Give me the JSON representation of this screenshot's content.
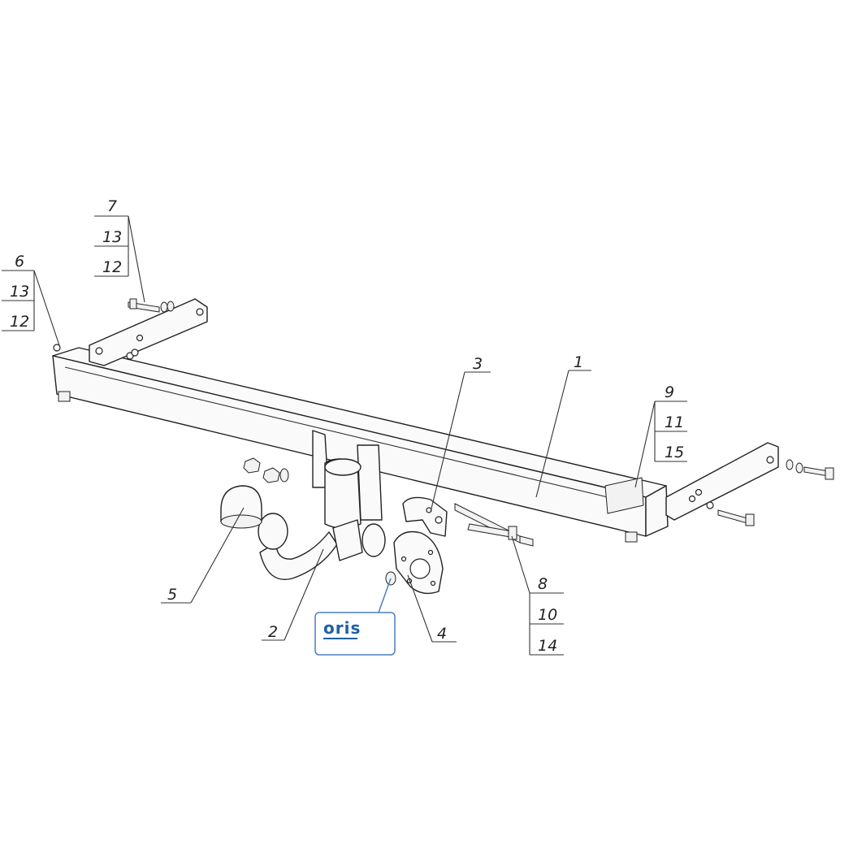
{
  "callouts": {
    "c1": "1",
    "c2": "2",
    "c3": "3",
    "c4": "4",
    "c5": "5",
    "c6": "6",
    "c7": "7",
    "c8": "8",
    "c9": "9",
    "stack6": [
      "13",
      "12"
    ],
    "stack7": [
      "13",
      "12"
    ],
    "stack8": [
      "10",
      "14"
    ],
    "stack9": [
      "11",
      "15"
    ]
  },
  "logo": {
    "text": "oris",
    "color": "#1e5fa8",
    "border_color": "#4a7fc0"
  }
}
